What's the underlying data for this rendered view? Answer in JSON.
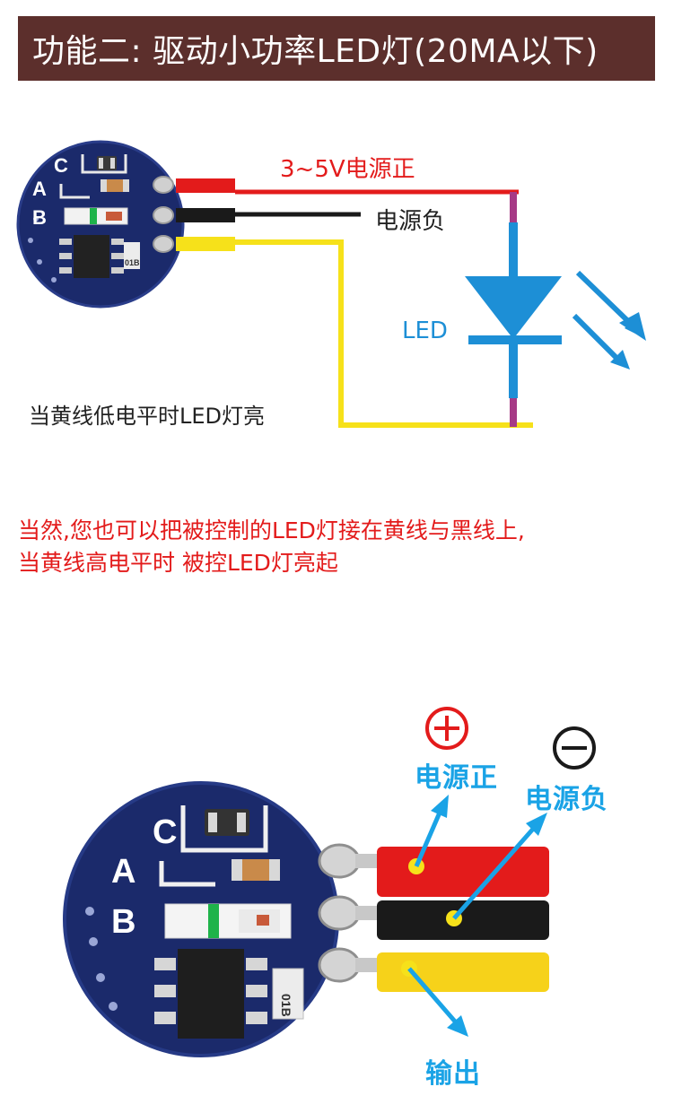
{
  "header": {
    "title": "功能二: 驱动小功率LED灯(20MA以下)"
  },
  "diagram1": {
    "label_positive": "3~5V电源正",
    "label_negative": "电源负",
    "label_led": "LED",
    "label_condition": "当黄线低电平时LED灯亮",
    "board_marks": [
      "C",
      "A",
      "B",
      "01B"
    ]
  },
  "note": {
    "line1": "当然,您也可以把被控制的LED灯接在黄线与黑线上,",
    "line2": "当黄线高电平时 被控LED灯亮起"
  },
  "photo": {
    "board_marks": [
      "C",
      "A",
      "B"
    ],
    "chip_text": "01B",
    "label_positive": "电源正",
    "label_negative": "电源负",
    "label_output": "输出",
    "symbol_plus": "+",
    "symbol_minus": "−"
  },
  "colors": {
    "header_bg": "#5c2f2c",
    "wire_red": "#e31b1b",
    "wire_black": "#1a1a1a",
    "wire_yellow": "#f6e11a",
    "led_blue": "#1d8fd6",
    "label_blue": "#1aa3e6",
    "pcb_blue": "#1b2a6b",
    "resistor_purple": "#a63a86"
  }
}
